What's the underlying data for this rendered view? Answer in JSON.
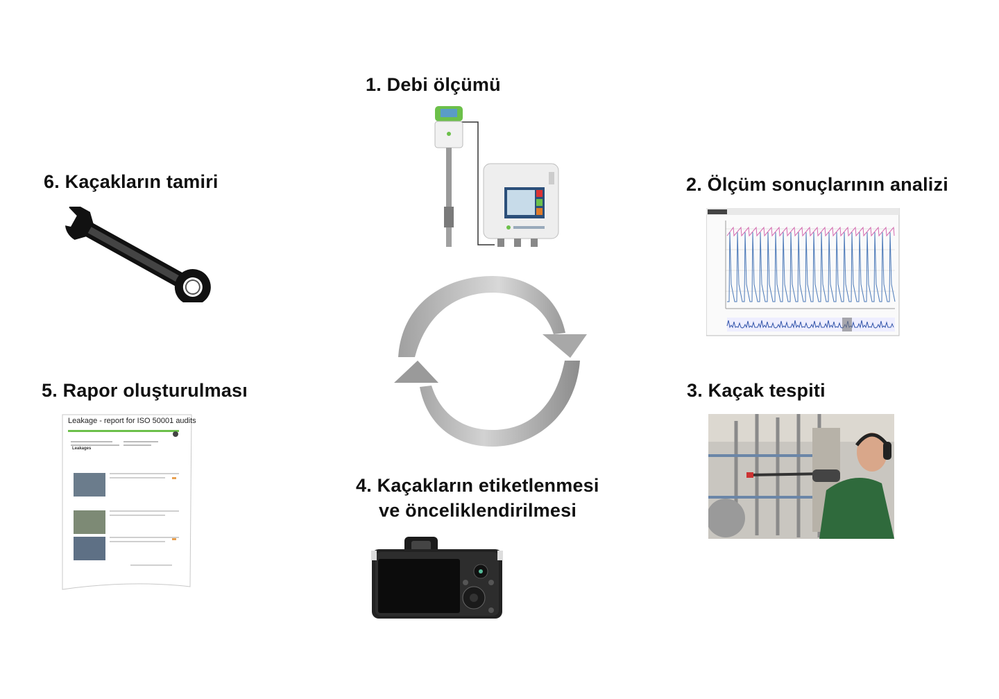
{
  "steps": [
    {
      "title": "1. Debi ölçümü",
      "illustration": "flow-meter-and-display-icon"
    },
    {
      "title": "2. Ölçüm sonuçlarının analizi",
      "illustration": "measurement-chart-screenshot"
    },
    {
      "title": "3. Kaçak tespiti",
      "illustration": "technician-with-leak-detector-photo"
    },
    {
      "title_line1": "4. Kaçakların etiketlenmesi",
      "title_line2": "ve önceliklendirilmesi",
      "illustration": "camera-icon"
    },
    {
      "title": "5. Rapor oluşturulması",
      "illustration": "report-document-icon",
      "report_heading": "Leakage - report for ISO 50001 audits",
      "report_section": "Leakages"
    },
    {
      "title": "6. Kaçakların tamiri",
      "illustration": "wrench-icon"
    }
  ],
  "cycle": {
    "icon": "cycle-arrows-icon",
    "color_light": "#d8d8d8",
    "color_dark": "#8c8c8c"
  },
  "colors": {
    "accent_green": "#6cc04a",
    "text": "#111111"
  }
}
